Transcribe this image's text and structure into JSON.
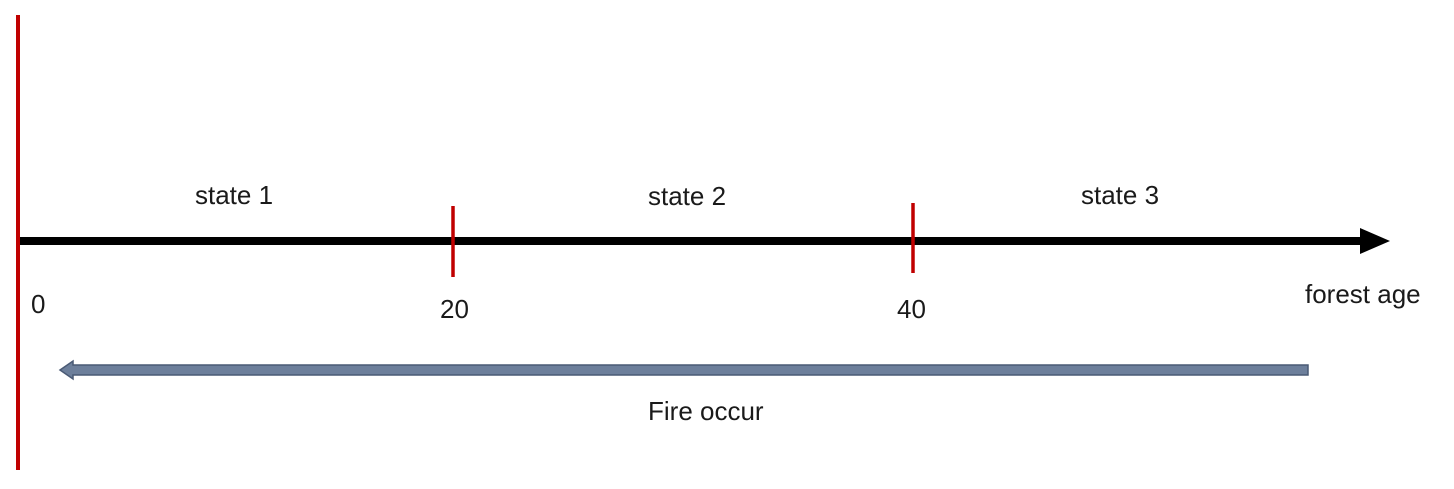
{
  "diagram": {
    "states": [
      "state 1",
      "state 2",
      "state 3"
    ],
    "ticks": [
      "0",
      "20",
      "40"
    ],
    "axis_label": "forest age",
    "fire_label": "Fire occur"
  },
  "colors": {
    "axis": "#000000",
    "marker": "#c00000",
    "fire_arrow_fill": "#6d7f9b",
    "fire_arrow_stroke": "#4a5a75",
    "text": "#1a1a1a"
  }
}
